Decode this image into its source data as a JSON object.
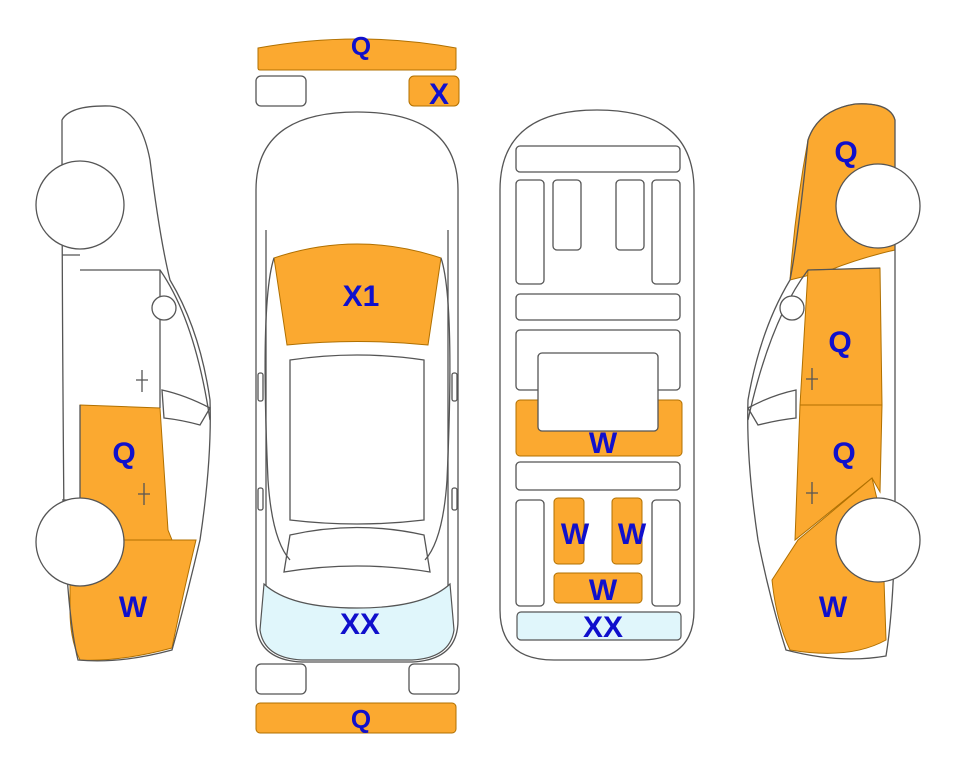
{
  "colors": {
    "damage_fill": "#FBA930",
    "damage_stroke": "#B07000",
    "light_fill": "#E0F6FB",
    "label_color": "#1010CC",
    "outline": "#555555"
  },
  "front_bumper": {
    "label": "Q"
  },
  "front_light_right": {
    "label": "X"
  },
  "hood": {
    "label": "X1"
  },
  "trunk": {
    "label": "XX"
  },
  "rear_bumper": {
    "label": "Q"
  },
  "underbody": {
    "mid_bar": {
      "label": "W"
    },
    "left_strip": {
      "label": "W"
    },
    "right_strip": {
      "label": "W"
    },
    "rear_mid": {
      "label": "W"
    },
    "rear_bar": {
      "label": "XX"
    }
  },
  "left_side": {
    "rear_door": {
      "label": "Q"
    },
    "rear_quarter": {
      "label": "W"
    }
  },
  "right_side": {
    "front_fender": {
      "label": "Q"
    },
    "front_door": {
      "label": "Q"
    },
    "rear_door": {
      "label": "Q"
    },
    "rear_quarter": {
      "label": "W"
    }
  }
}
